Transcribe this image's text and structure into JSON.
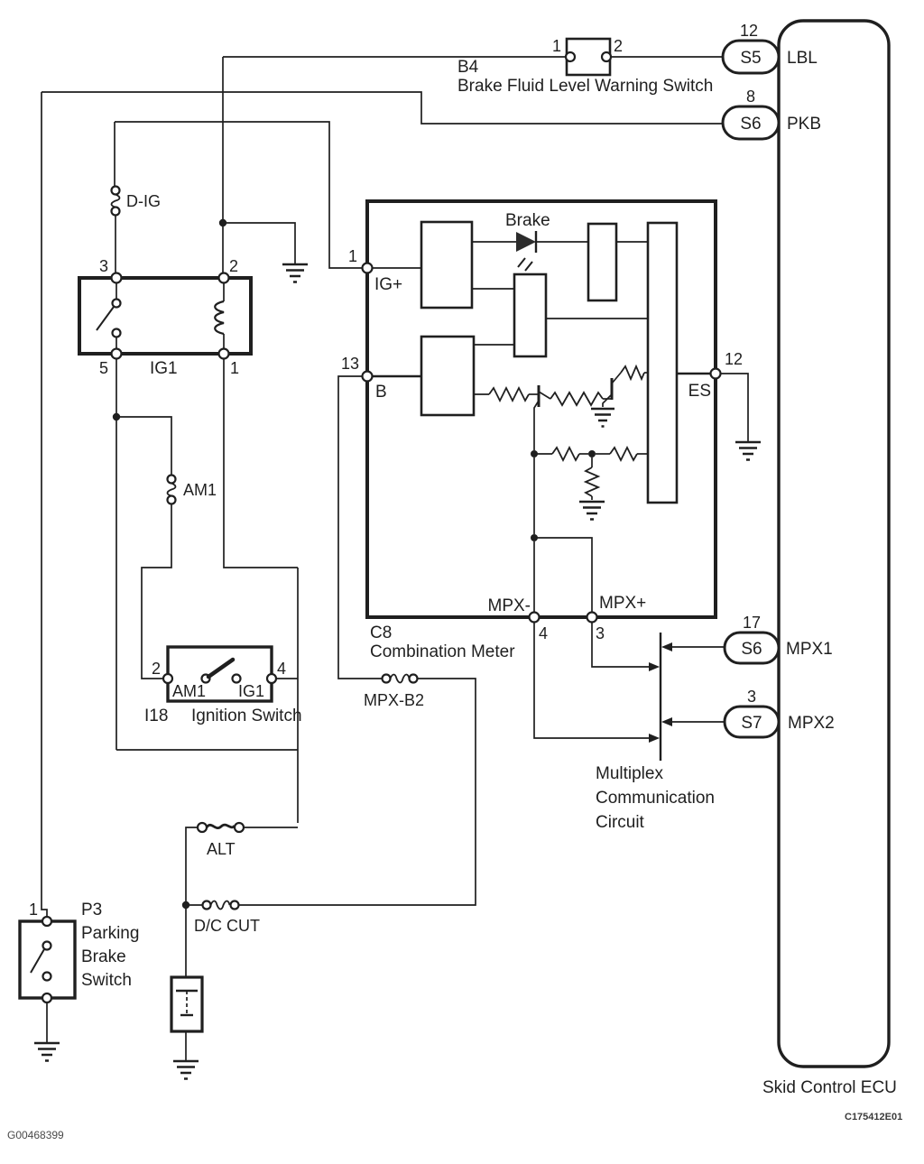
{
  "colors": {
    "ink": "#1f1f1f",
    "bg": "#ffffff"
  },
  "top_switch": {
    "ref": "B4",
    "name": "Brake Fluid Level Warning Switch",
    "pin1": "1",
    "pin2": "2"
  },
  "ecu": {
    "name": "Skid Control ECU",
    "s5": {
      "label": "S5",
      "pin": "12",
      "signal": "LBL"
    },
    "s6a": {
      "label": "S6",
      "pin": "8",
      "signal": "PKB"
    },
    "s6b": {
      "label": "S6",
      "pin": "17",
      "signal": "MPX1"
    },
    "s7": {
      "label": "S7",
      "pin": "3",
      "signal": "MPX2"
    }
  },
  "relay": {
    "name": "IG1",
    "pin3": "3",
    "pin2": "2",
    "pin5": "5",
    "pin1": "1"
  },
  "fuses": {
    "dig": "D-IG",
    "am1": "AM1",
    "mpxb2": "MPX-B2",
    "alt": "ALT",
    "dccut": "D/C CUT"
  },
  "meter": {
    "ref": "C8",
    "name": "Combination Meter",
    "brake": "Brake",
    "pin1": "1",
    "ig": "IG+",
    "pin13": "13",
    "b": "B",
    "pin12": "12",
    "es": "ES",
    "mpx_minus": "MPX-",
    "pin4": "4",
    "mpx_plus": "MPX+",
    "pin3": "3"
  },
  "ignition": {
    "ref": "I18",
    "name": "Ignition Switch",
    "pin2": "2",
    "pin4": "4",
    "am1": "AM1",
    "ig1": "IG1"
  },
  "parking": {
    "ref": "P3",
    "line1": "Parking",
    "line2": "Brake",
    "line3": "Switch",
    "pin1": "1"
  },
  "multiplex": {
    "line1": "Multiplex",
    "line2": "Communication",
    "line3": "Circuit"
  },
  "codes": {
    "left": "G00468399",
    "right": "C175412E01"
  }
}
